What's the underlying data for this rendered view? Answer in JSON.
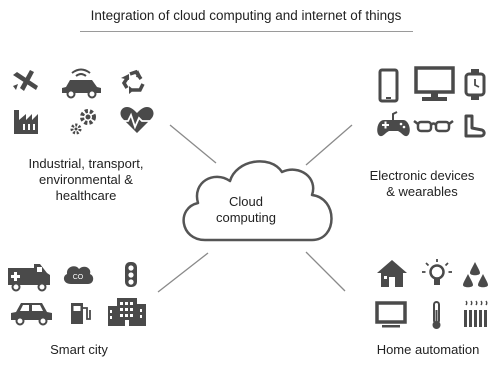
{
  "title": "Integration of cloud computing and internet of things",
  "center": {
    "line1": "Cloud",
    "line2": "computing"
  },
  "quadrants": {
    "top_left": {
      "label_lines": [
        "Industrial, transport,",
        "environmental &",
        "healthcare"
      ],
      "icons": [
        "airplane-icon",
        "connected-car-icon",
        "recycle-icon",
        "factory-icon",
        "gears-icon",
        "heart-rate-icon"
      ]
    },
    "top_right": {
      "label_lines": [
        "Electronic devices",
        "& wearables"
      ],
      "icons": [
        "smartphone-icon",
        "desktop-computer-icon",
        "smartwatch-icon",
        "gamepad-icon",
        "smart-glasses-icon",
        "smart-shoe-icon"
      ]
    },
    "bottom_left": {
      "label_lines": [
        "Smart city"
      ],
      "icons": [
        "ambulance-icon",
        "co2-sensor-icon",
        "traffic-light-icon",
        "car-icon",
        "fuel-pump-icon",
        "building-icon"
      ]
    },
    "bottom_right": {
      "label_lines": [
        "Home automation"
      ],
      "icons": [
        "house-icon",
        "light-bulb-icon",
        "water-drops-icon",
        "television-icon",
        "thermometer-icon",
        "radiator-icon"
      ]
    }
  },
  "colors": {
    "icon": "#4a4a4a",
    "connector": "#8a8a8a",
    "cloud_stroke": "#555555"
  }
}
